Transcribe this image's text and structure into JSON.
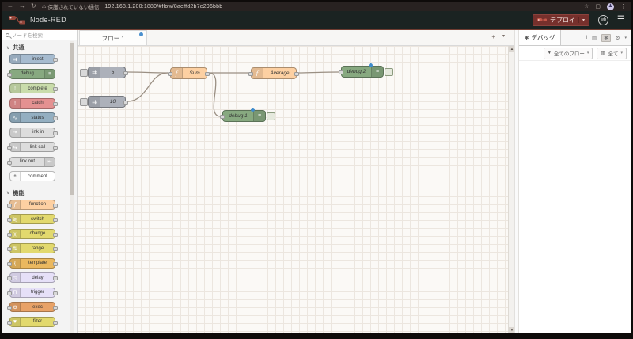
{
  "browser": {
    "back_icon": "←",
    "forward_icon": "→",
    "reload_icon": "↻",
    "security_warning_icon": "⚠",
    "security_badge": "保護されていない通信",
    "url": "192.168.1.200:1880/#flow/8aeffd2b7e296bbb",
    "bookmark_icon": "☆",
    "install_icon": "▢",
    "profile_icon": "♟",
    "menu_icon": "⋮"
  },
  "header": {
    "title": "Node-RED",
    "deploy_label": "デプロイ",
    "deploy_caret": "▾",
    "avatar_initials": "wb",
    "menu_icon": "☰",
    "accent_color": "#76302c",
    "border_color": "#703c31"
  },
  "palette": {
    "search_placeholder": "ノードを検索",
    "chevron_icon": "∨",
    "categories": [
      {
        "label": "共通",
        "nodes": [
          {
            "label": "inject",
            "color": "#a6bbcf",
            "icon": "⇉"
          },
          {
            "label": "debug",
            "color": "#87a980",
            "icon": "≡"
          },
          {
            "label": "complete",
            "color": "#c9dcab",
            "icon": "!"
          },
          {
            "label": "catch",
            "color": "#e49191",
            "icon": "!"
          },
          {
            "label": "status",
            "color": "#94afc1",
            "icon": "∿"
          },
          {
            "label": "link in",
            "color": "#dddddd",
            "icon": "⇥"
          },
          {
            "label": "link call",
            "color": "#dddddd",
            "icon": "⇆"
          },
          {
            "label": "link out",
            "color": "#dddddd",
            "icon": "⇤"
          },
          {
            "label": "comment",
            "color": "#ffffff",
            "icon": "❝"
          }
        ]
      },
      {
        "label": "機能",
        "nodes": [
          {
            "label": "function",
            "color": "#fdd0a2",
            "icon": "f"
          },
          {
            "label": "switch",
            "color": "#e2d96e",
            "icon": "≷"
          },
          {
            "label": "change",
            "color": "#e2d96e",
            "icon": "χ"
          },
          {
            "label": "range",
            "color": "#e2d96e",
            "icon": "⇅"
          },
          {
            "label": "template",
            "color": "#eab85f",
            "icon": "{"
          },
          {
            "label": "delay",
            "color": "#e6e0f8",
            "icon": "◷"
          },
          {
            "label": "trigger",
            "color": "#e6e0f8",
            "icon": "Π"
          },
          {
            "label": "exec",
            "color": "#e8a267",
            "icon": "⚙"
          },
          {
            "label": "filter",
            "color": "#e2d96e",
            "icon": "▼"
          }
        ]
      }
    ]
  },
  "workspace": {
    "tab_label": "フロー 1",
    "add_tab_icon": "+",
    "tab_list_icon": "▾",
    "scroll_up_icon": "▲",
    "scroll_down_icon": "▼"
  },
  "flow": {
    "nodes": [
      {
        "type": "inject",
        "label": "5",
        "color": "#adb1ba",
        "icon": "⇉"
      },
      {
        "type": "inject",
        "label": "10",
        "color": "#adb1ba",
        "icon": "⇉"
      },
      {
        "type": "function",
        "label": "Sum",
        "color": "#fdd0a2",
        "icon": "f"
      },
      {
        "type": "function",
        "label": "Average",
        "color": "#fdd0a2",
        "icon": "f"
      },
      {
        "type": "debug",
        "label": "debug 1",
        "color": "#87a980",
        "icon": "≡"
      },
      {
        "type": "debug",
        "label": "debug 2",
        "color": "#87a980",
        "icon": "≡"
      }
    ],
    "wire_color": "#9a8f83",
    "changed_dot_color": "#3f8ccc"
  },
  "sidebar": {
    "tab_label": "デバッグ",
    "bug_icon": "✱",
    "info_icon": "i",
    "help_icon": "▤",
    "config_icon": "⚙",
    "more_icon": "▾",
    "filter_funnel_icon": "▼",
    "filter_flows_label": "全てのフロー",
    "trash_icon": "▥",
    "clear_label": "全て",
    "caret_icon": "▾"
  }
}
